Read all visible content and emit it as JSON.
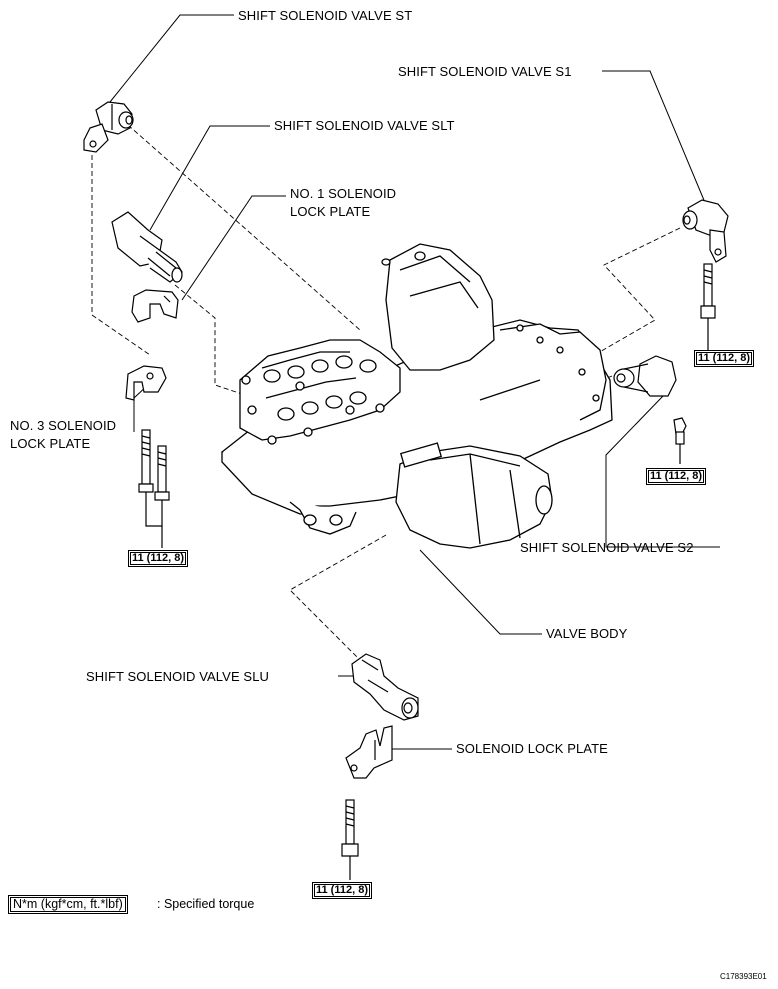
{
  "labels": {
    "valve_st": "SHIFT SOLENOID VALVE ST",
    "valve_slt": "SHIFT SOLENOID VALVE SLT",
    "lock_plate_1_line1": "NO. 1 SOLENOID",
    "lock_plate_1_line2": "LOCK PLATE",
    "lock_plate_3_line1": "NO. 3 SOLENOID",
    "lock_plate_3_line2": "LOCK PLATE",
    "valve_s1": "SHIFT SOLENOID VALVE S1",
    "valve_s2": "SHIFT SOLENOID VALVE S2",
    "valve_body": "VALVE BODY",
    "valve_slu": "SHIFT SOLENOID VALVE SLU",
    "solenoid_lock_plate": "SOLENOID LOCK PLATE"
  },
  "torque": {
    "left": "11 (112, 8)",
    "right_upper": "11 (112, 8)",
    "right_lower": "11 (112, 8)",
    "bottom": "11 (112, 8)"
  },
  "legend": {
    "unit": "N*m (kgf*cm, ft.*lbf)",
    "text": ": Specified torque"
  },
  "figure_code": "C178393E01"
}
